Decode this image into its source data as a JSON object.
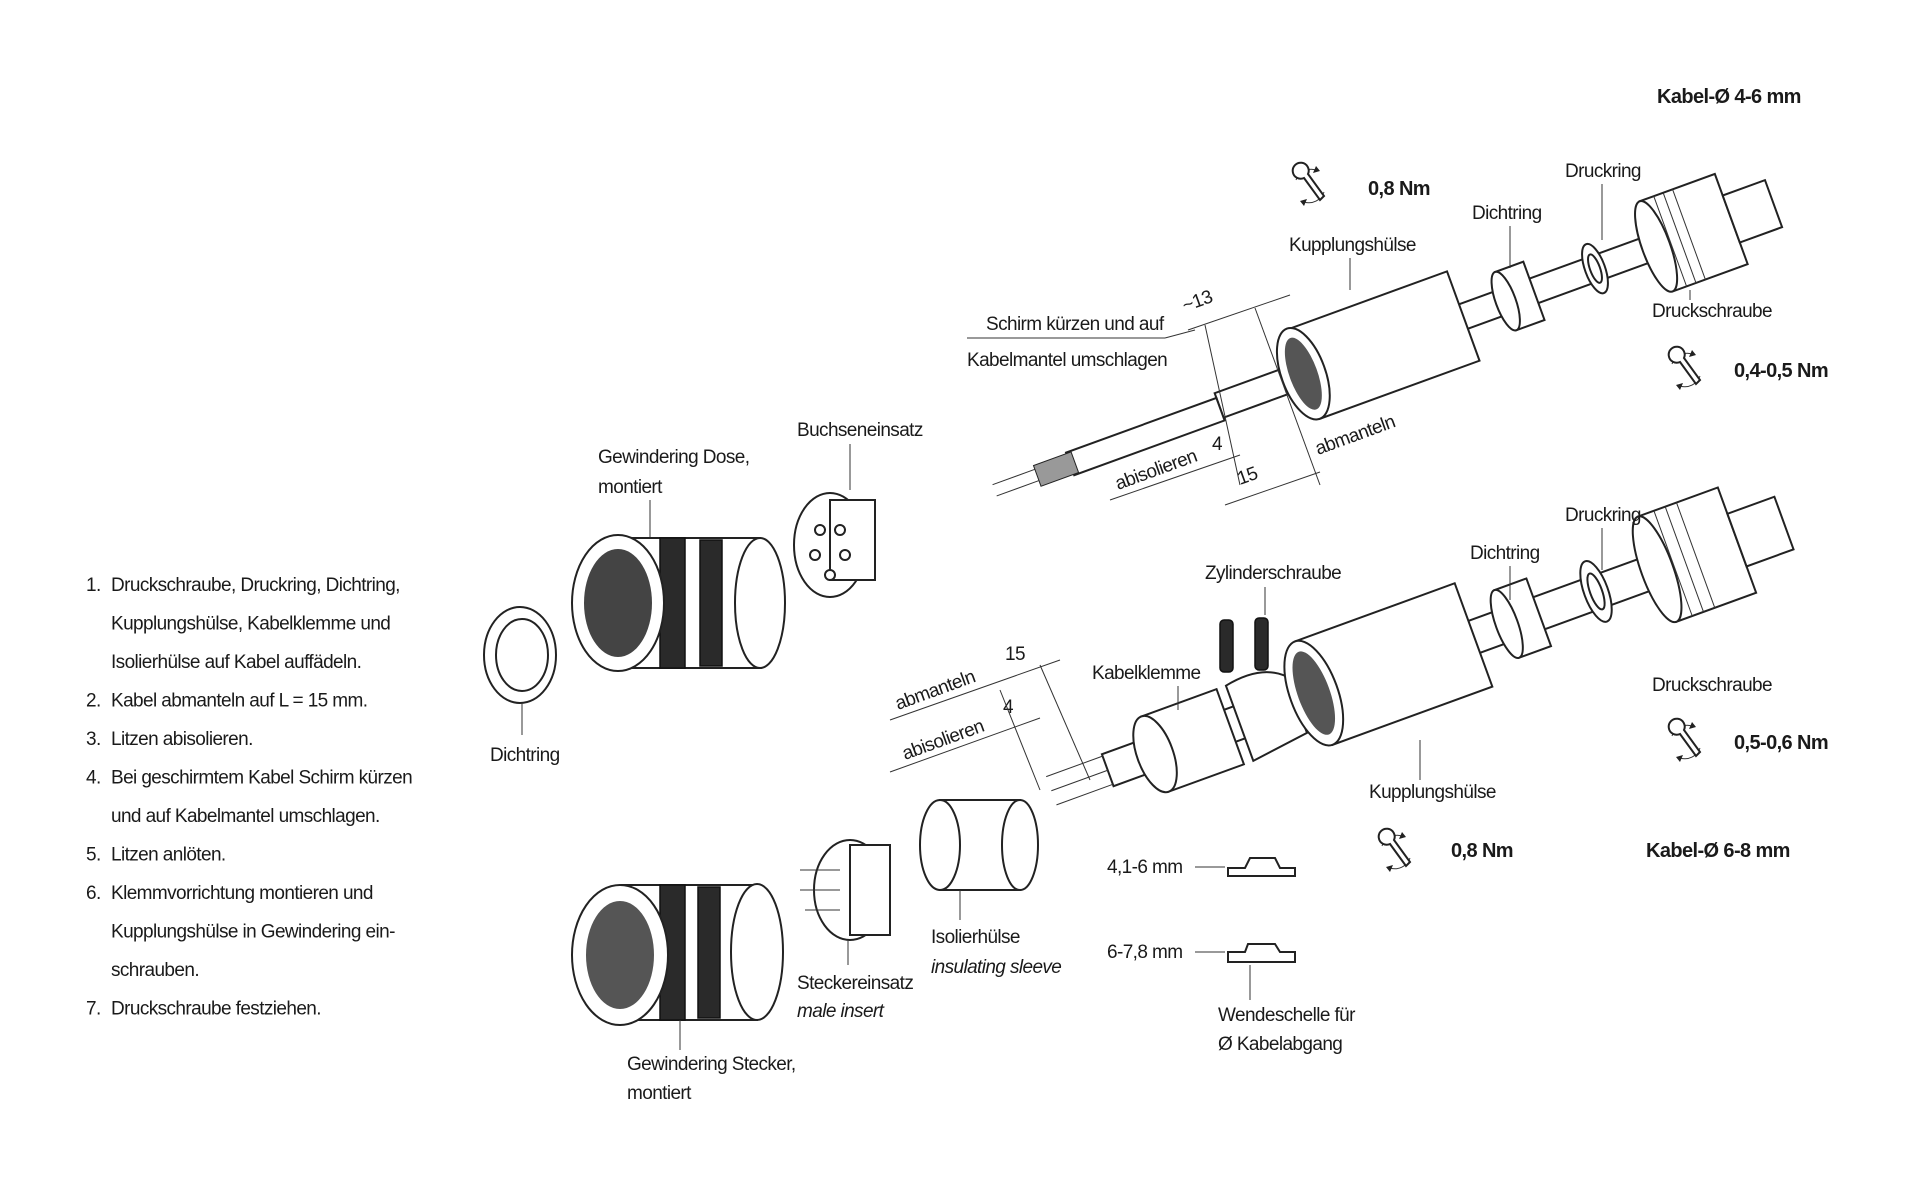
{
  "top_assembly": {
    "cable_range": "Kabel-Ø 4-6 mm",
    "torque_coupling": "0,8 Nm",
    "torque_screw": "0,4-0,5 Nm",
    "labels": {
      "druckring": "Druckring",
      "dichtring": "Dichtring",
      "kupplungshuelse": "Kupplungshülse",
      "druckschraube": "Druckschraube",
      "schirm_1": "Schirm kürzen und auf",
      "schirm_2": "Kabelmantel umschlagen",
      "dim_13": "~13",
      "dim_4": "4",
      "dim_15": "15",
      "abisolieren": "abisolieren",
      "abmanteln": "abmanteln"
    }
  },
  "left_parts": {
    "buchseneinsatz": "Buchseneinsatz",
    "gewindering_dose_1": "Gewindering Dose,",
    "gewindering_dose_2": "montiert",
    "dichtring": "Dichtring",
    "gewindering_stecker_1": "Gewindering Stecker,",
    "gewindering_stecker_2": "montiert",
    "steckereinsatz": "Steckereinsatz",
    "male_insert": "male insert",
    "isolierhuelse": "Isolierhülse",
    "insulating_sleeve": "insulating sleeve"
  },
  "bottom_assembly": {
    "cable_range": "Kabel-Ø 6-8 mm",
    "torque_coupling": "0,8 Nm",
    "torque_screw": "0,5-0,6 Nm",
    "labels": {
      "zylinderschraube": "Zylinderschraube",
      "druckring": "Druckring",
      "dichtring": "Dichtring",
      "kabelklemme": "Kabelklemme",
      "druckschraube": "Druckschraube",
      "kupplungshuelse": "Kupplungshülse",
      "dim_15": "15",
      "dim_4": "4",
      "abmanteln": "abmanteln",
      "abisolieren": "abisolieren",
      "clamp_small": "4,1-6 mm",
      "clamp_large": "6-7,8 mm",
      "wendeschelle_1": "Wendeschelle für",
      "wendeschelle_2": "Ø Kabelabgang"
    }
  },
  "instructions": [
    {
      "num": "1.",
      "lines": [
        "Druckschraube, Druckring, Dichtring,",
        "Kupplungshülse, Kabelklemme und",
        "Isolierhülse auf Kabel auffädeln."
      ]
    },
    {
      "num": "2.",
      "lines": [
        "Kabel abmanteln auf L = 15 mm."
      ]
    },
    {
      "num": "3.",
      "lines": [
        "Litzen abisolieren."
      ]
    },
    {
      "num": "4.",
      "lines": [
        "Bei geschirmtem Kabel Schirm kürzen",
        "und auf Kabelmantel umschlagen."
      ]
    },
    {
      "num": "5.",
      "lines": [
        "Litzen anlöten."
      ]
    },
    {
      "num": "6.",
      "lines": [
        "Klemmvorrichtung montieren und",
        "Kupplungshülse in Gewindering ein-",
        "schrauben."
      ]
    },
    {
      "num": "7.",
      "lines": [
        "Druckschraube festziehen."
      ]
    }
  ]
}
